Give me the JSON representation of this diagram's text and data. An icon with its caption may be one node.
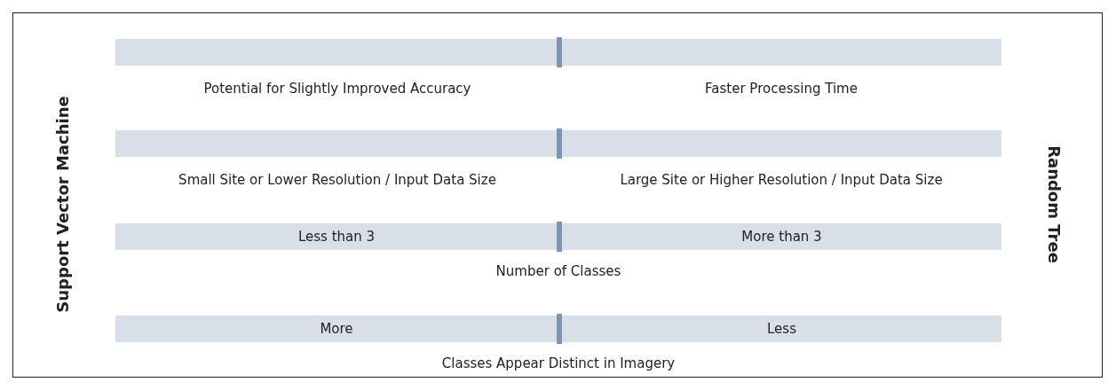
{
  "diagram": {
    "nodes": [
      {
        "text": [],
        "shape": "bar"
      },
      {
        "text": [],
        "shape": "bar"
      },
      {
        "text": [],
        "shape": "bar"
      },
      {
        "text": [],
        "shape": "bar"
      },
      {
        "text": [
          "Less than 3"
        ]
      },
      {
        "text": [
          "More than 3"
        ]
      },
      {
        "text": [
          "More"
        ]
      },
      {
        "text": [
          "Less"
        ]
      }
    ],
    "edges": [],
    "labels": [
      "Support Vector Machine",
      "Potential for Slightly Improved Accuracy",
      "Faster Processing Time",
      "Small Site or Lower Resolution / Input Data Size",
      "Large Site or Higher Resolution / Input Data Size",
      "Number of Classes",
      "Classes Appear Distinct in Imagery",
      "Random Tree"
    ]
  }
}
